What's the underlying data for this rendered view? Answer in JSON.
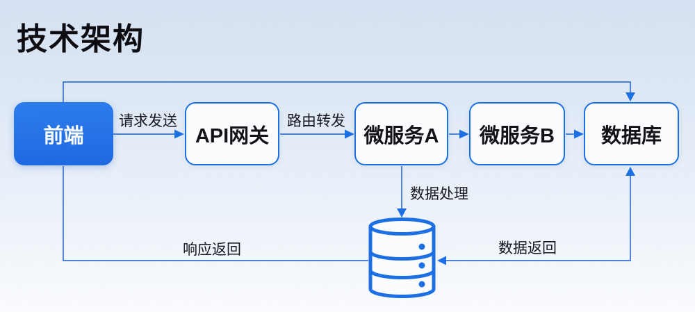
{
  "page": {
    "title": "技术架构"
  },
  "diagram": {
    "nodes": [
      {
        "id": "frontend",
        "label": "前端",
        "style": "primary"
      },
      {
        "id": "api-gateway",
        "label": "API网关",
        "style": "outline"
      },
      {
        "id": "service-a",
        "label": "微服务A",
        "style": "outline"
      },
      {
        "id": "service-b",
        "label": "微服务B",
        "style": "outline"
      },
      {
        "id": "database",
        "label": "数据库",
        "style": "outline"
      }
    ],
    "edge_labels": {
      "request": "请求发送",
      "route": "路由转发",
      "process": "数据处理",
      "data_return": "数据返回",
      "response": "响应返回"
    },
    "icons": [
      {
        "name": "database-cylinder-icon",
        "meaning": "数据存储"
      }
    ],
    "colors": {
      "accent_blue": "#1b6fe4",
      "connector_line": "#3272d2",
      "frontend_fill_top": "#2b7ced",
      "frontend_fill_bottom": "#1d68e0",
      "node_fill": "#fbfdff",
      "title_text": "#0b0b10",
      "label_text": "#15151d",
      "background_top": "#d5e1f2",
      "background_bottom": "#fbfcfe"
    }
  }
}
